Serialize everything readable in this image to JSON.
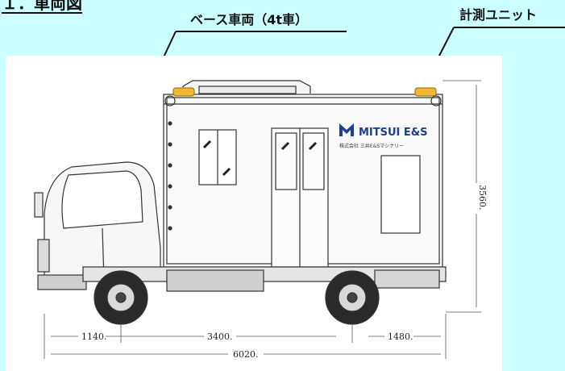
{
  "heading": "１．車両図",
  "callouts": {
    "base_vehicle": "ベース車両（4t車）",
    "measurement_unit": "計測ユニット"
  },
  "logo": {
    "brand": "MITSUI E&S",
    "subtitle": "株式会社 三井E&Sマシナリー"
  },
  "dimensions": {
    "front_overhang": "1140.",
    "wheelbase": "3400.",
    "rear_overhang": "1480.",
    "overall_length": "6020.",
    "overall_height": "3560."
  },
  "colors": {
    "background": "#ccffff",
    "panel": "#ffffff",
    "beacon": "#f2b632",
    "logo_blue": "#1d3f8f"
  }
}
